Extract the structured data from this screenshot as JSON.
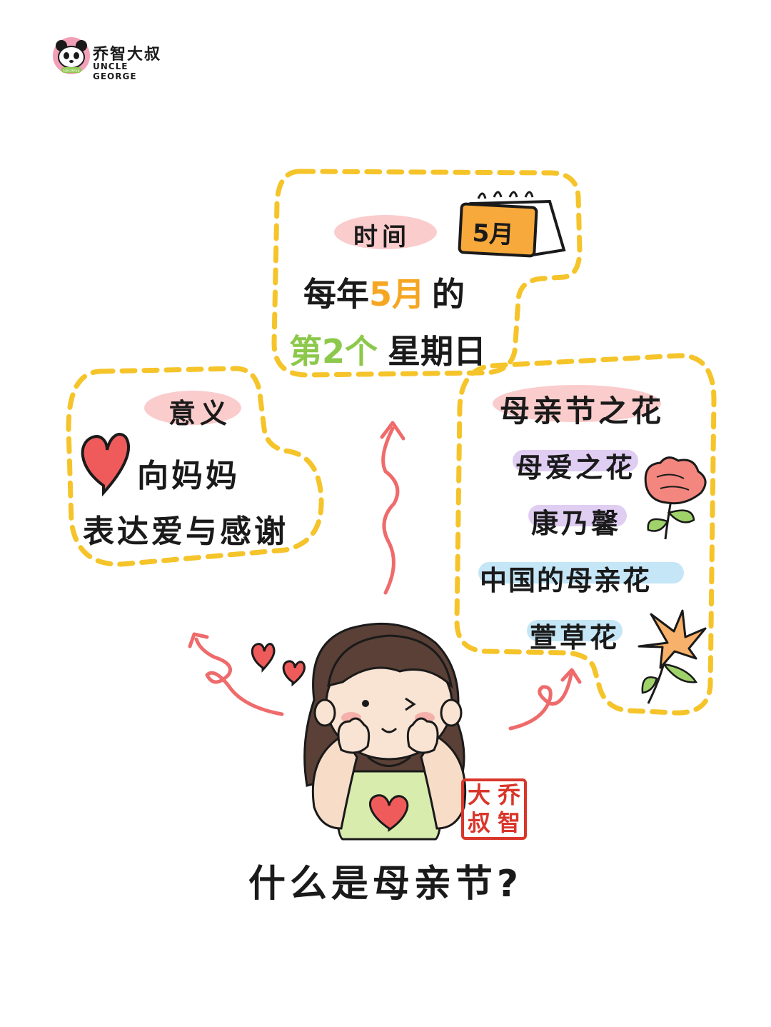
{
  "brand": {
    "name_cn": "乔智大叔",
    "name_en": "UNCLE GEORGE",
    "badge": "GEORGE"
  },
  "time_box": {
    "title": "时间",
    "calendar_label": "5月",
    "line1": [
      "每年",
      "5月",
      "的"
    ],
    "line2": [
      "第2个",
      "星期日"
    ]
  },
  "meaning_box": {
    "title": "意义",
    "line1": "向妈妈",
    "line2": "表达爱与感谢"
  },
  "flower_box": {
    "title": "母亲节之花",
    "item1": "母爱之花",
    "item2": "康乃馨",
    "item3": "中国的母亲花",
    "item4": "萱草花"
  },
  "seal": {
    "chars": [
      "大",
      "乔",
      "叔",
      "智"
    ]
  },
  "bottom_title": "什么是母亲节?",
  "colors": {
    "dash_border": "#f5c42a",
    "pink_highlight": "#f6a3a3",
    "orange_accent": "#f5a623",
    "green_accent": "#8cc84b",
    "purple_highlight": "#d9c4f0",
    "blue_highlight": "#bfe3f5",
    "arrow": "#ef6b6b",
    "seal_red": "#d9362b"
  },
  "icons": [
    "panda-logo-icon",
    "calendar-icon",
    "heart-icon",
    "carnation-icon",
    "daylily-icon",
    "arrow-icon",
    "hearts-icon",
    "seal-stamp-icon"
  ]
}
